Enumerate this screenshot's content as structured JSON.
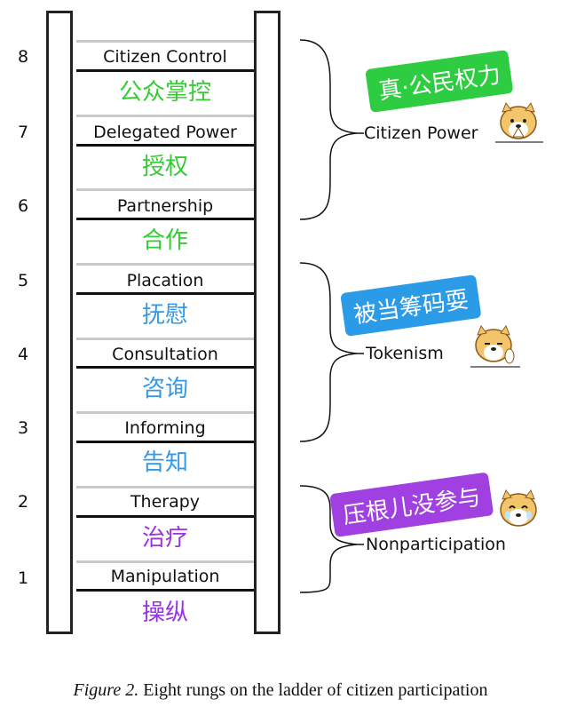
{
  "rungs": [
    {
      "num": "8",
      "en": "Citizen Control",
      "zh": "公众掌控",
      "color": "#33cc33"
    },
    {
      "num": "7",
      "en": "Delegated Power",
      "zh": "授权",
      "color": "#33cc33"
    },
    {
      "num": "6",
      "en": "Partnership",
      "zh": "合作",
      "color": "#33cc33"
    },
    {
      "num": "5",
      "en": "Placation",
      "zh": "抚慰",
      "color": "#3399e6"
    },
    {
      "num": "4",
      "en": "Consultation",
      "zh": "咨询",
      "color": "#3399e6"
    },
    {
      "num": "3",
      "en": "Informing",
      "zh": "告知",
      "color": "#3399e6"
    },
    {
      "num": "2",
      "en": "Therapy",
      "zh": "治疗",
      "color": "#9933dd"
    },
    {
      "num": "1",
      "en": "Manipulation",
      "zh": "操纵",
      "color": "#9933dd"
    }
  ],
  "groups": [
    {
      "label": "Citizen Power",
      "tag": "真·公民权力",
      "tag_color": "#2ecc40",
      "emoji": "dog-praying-icon"
    },
    {
      "label": "Tokenism",
      "tag": "被当筹码耍",
      "tag_color": "#2b9be8",
      "emoji": "dog-sideeye-icon"
    },
    {
      "label": "Nonparticipation",
      "tag": "压根儿没参与",
      "tag_color": "#a040e0",
      "emoji": "dog-crying-icon"
    }
  ],
  "caption": {
    "prefix": "Figure 2.",
    "text": " Eight rungs on the ladder of citizen participation"
  }
}
